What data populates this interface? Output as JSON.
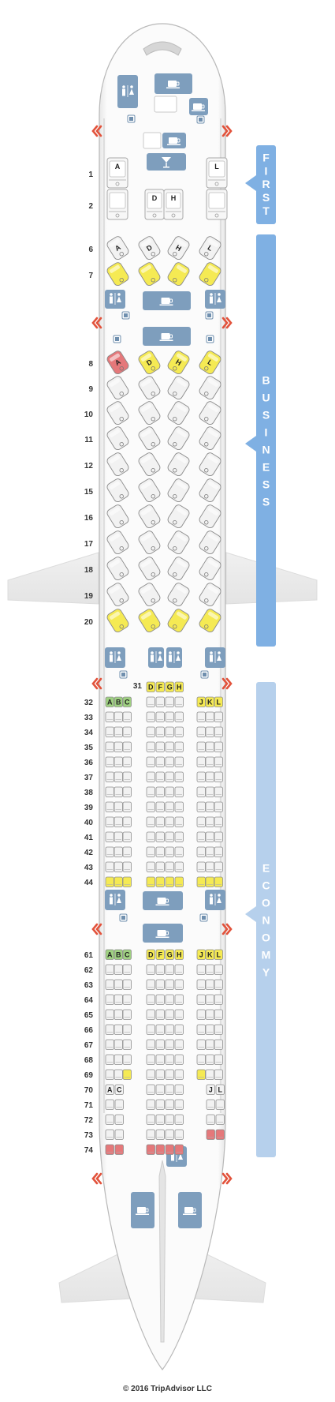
{
  "copyright": "© 2016 TripAdvisor LLC",
  "colors": {
    "first_tab": "#7fb0e3",
    "business_tab": "#7fb0e3",
    "economy_tab": "#b6d0ec",
    "facility": "#7e9ebd",
    "exit_arrow": "#e2533c",
    "seat_standard": "#f2f2f2",
    "seat_extra_legroom": "#f5ea53",
    "seat_preferred": "#9fd181",
    "seat_bad": "#e5787a"
  },
  "legend_icons": {
    "lavatory": "lavatory-icon",
    "galley": "galley-icon",
    "bar": "cocktail-icon",
    "bassinet": "bassinet-icon",
    "exit": "exit-arrow-icon"
  },
  "cabins": [
    {
      "id": "first",
      "label": "FIRST"
    },
    {
      "id": "business",
      "label": "BUSINESS"
    },
    {
      "id": "economy",
      "label": "ECONOMY"
    }
  ],
  "first": {
    "rows": [
      {
        "row": "1",
        "seats": [
          {
            "letter": "A",
            "col": "left"
          },
          {
            "letter": "L",
            "col": "right"
          }
        ]
      },
      {
        "row": "2",
        "seats": [
          {
            "letter": "D",
            "col": "centerL"
          },
          {
            "letter": "H",
            "col": "centerR"
          }
        ]
      }
    ]
  },
  "business": {
    "header_letters": [
      "A",
      "D",
      "H",
      "L"
    ],
    "rows_a": [
      {
        "row": "6",
        "colors": [
          "std",
          "std",
          "std",
          "std"
        ],
        "letters": true
      },
      {
        "row": "7",
        "colors": [
          "yel",
          "yel",
          "yel",
          "yel"
        ],
        "letters": false
      }
    ],
    "rows_b": [
      {
        "row": "8",
        "colors": [
          "red",
          "yel",
          "yel",
          "yel"
        ],
        "letters": true
      },
      {
        "row": "9",
        "colors": [
          "std",
          "std",
          "std",
          "std"
        ],
        "letters": false
      },
      {
        "row": "10",
        "colors": [
          "std",
          "std",
          "std",
          "std"
        ],
        "letters": false
      },
      {
        "row": "11",
        "colors": [
          "std",
          "std",
          "std",
          "std"
        ],
        "letters": false
      },
      {
        "row": "12",
        "colors": [
          "std",
          "std",
          "std",
          "std"
        ],
        "letters": false
      },
      {
        "row": "15",
        "colors": [
          "std",
          "std",
          "std",
          "std"
        ],
        "letters": false
      },
      {
        "row": "16",
        "colors": [
          "std",
          "std",
          "std",
          "std"
        ],
        "letters": false
      },
      {
        "row": "17",
        "colors": [
          "std",
          "std",
          "std",
          "std"
        ],
        "letters": false
      },
      {
        "row": "18",
        "colors": [
          "std",
          "std",
          "std",
          "std"
        ],
        "letters": false
      },
      {
        "row": "19",
        "colors": [
          "std",
          "std",
          "std",
          "std"
        ],
        "letters": false
      },
      {
        "row": "20",
        "colors": [
          "yel",
          "yel",
          "yel",
          "yel"
        ],
        "letters": false
      }
    ]
  },
  "economy": {
    "section1": [
      {
        "row": "31",
        "left": [],
        "center": [
          "D",
          "F",
          "G",
          "H"
        ],
        "right": [],
        "lc": "",
        "cc": "yel",
        "rc": ""
      },
      {
        "row": "32",
        "left": [
          "A",
          "B",
          "C"
        ],
        "center": [
          "",
          "",
          "",
          ""
        ],
        "right": [
          "J",
          "K",
          "L"
        ],
        "lc": "grn",
        "cc": "std",
        "rc": "yel"
      },
      {
        "row": "33",
        "left": [
          "",
          "",
          ""
        ],
        "center": [
          "",
          "",
          "",
          ""
        ],
        "right": [
          "",
          "",
          ""
        ],
        "lc": "std",
        "cc": "std",
        "rc": "std"
      },
      {
        "row": "34",
        "left": [
          "",
          "",
          ""
        ],
        "center": [
          "",
          "",
          "",
          ""
        ],
        "right": [
          "",
          "",
          ""
        ],
        "lc": "std",
        "cc": "std",
        "rc": "std"
      },
      {
        "row": "35",
        "left": [
          "",
          "",
          ""
        ],
        "center": [
          "",
          "",
          "",
          ""
        ],
        "right": [
          "",
          "",
          ""
        ],
        "lc": "std",
        "cc": "std",
        "rc": "std"
      },
      {
        "row": "36",
        "left": [
          "",
          "",
          ""
        ],
        "center": [
          "",
          "",
          "",
          ""
        ],
        "right": [
          "",
          "",
          ""
        ],
        "lc": "std",
        "cc": "std",
        "rc": "std"
      },
      {
        "row": "37",
        "left": [
          "",
          "",
          ""
        ],
        "center": [
          "",
          "",
          "",
          ""
        ],
        "right": [
          "",
          "",
          ""
        ],
        "lc": "std",
        "cc": "std",
        "rc": "std"
      },
      {
        "row": "38",
        "left": [
          "",
          "",
          ""
        ],
        "center": [
          "",
          "",
          "",
          ""
        ],
        "right": [
          "",
          "",
          ""
        ],
        "lc": "std",
        "cc": "std",
        "rc": "std"
      },
      {
        "row": "39",
        "left": [
          "",
          "",
          ""
        ],
        "center": [
          "",
          "",
          "",
          ""
        ],
        "right": [
          "",
          "",
          ""
        ],
        "lc": "std",
        "cc": "std",
        "rc": "std"
      },
      {
        "row": "40",
        "left": [
          "",
          "",
          ""
        ],
        "center": [
          "",
          "",
          "",
          ""
        ],
        "right": [
          "",
          "",
          ""
        ],
        "lc": "std",
        "cc": "std",
        "rc": "std"
      },
      {
        "row": "41",
        "left": [
          "",
          "",
          ""
        ],
        "center": [
          "",
          "",
          "",
          ""
        ],
        "right": [
          "",
          "",
          ""
        ],
        "lc": "std",
        "cc": "std",
        "rc": "std"
      },
      {
        "row": "42",
        "left": [
          "",
          "",
          ""
        ],
        "center": [
          "",
          "",
          "",
          ""
        ],
        "right": [
          "",
          "",
          ""
        ],
        "lc": "std",
        "cc": "std",
        "rc": "std"
      },
      {
        "row": "43",
        "left": [
          "",
          "",
          ""
        ],
        "center": [
          "",
          "",
          "",
          ""
        ],
        "right": [
          "",
          "",
          ""
        ],
        "lc": "std",
        "cc": "std",
        "rc": "std"
      },
      {
        "row": "44",
        "left": [
          "",
          "",
          ""
        ],
        "center": [
          "",
          "",
          "",
          ""
        ],
        "right": [
          "",
          "",
          ""
        ],
        "lc": "yel",
        "cc": "yel",
        "rc": "yel"
      }
    ],
    "section2": [
      {
        "row": "61",
        "left": [
          "A",
          "B",
          "C"
        ],
        "center": [
          "D",
          "F",
          "G",
          "H"
        ],
        "right": [
          "J",
          "K",
          "L"
        ],
        "lc": "grn",
        "cc": "yel",
        "rc": "yel"
      },
      {
        "row": "62",
        "left": [
          "",
          "",
          ""
        ],
        "center": [
          "",
          "",
          "",
          ""
        ],
        "right": [
          "",
          "",
          ""
        ],
        "lc": "std",
        "cc": "std",
        "rc": "std"
      },
      {
        "row": "63",
        "left": [
          "",
          "",
          ""
        ],
        "center": [
          "",
          "",
          "",
          ""
        ],
        "right": [
          "",
          "",
          ""
        ],
        "lc": "std",
        "cc": "std",
        "rc": "std"
      },
      {
        "row": "64",
        "left": [
          "",
          "",
          ""
        ],
        "center": [
          "",
          "",
          "",
          ""
        ],
        "right": [
          "",
          "",
          ""
        ],
        "lc": "std",
        "cc": "std",
        "rc": "std"
      },
      {
        "row": "65",
        "left": [
          "",
          "",
          ""
        ],
        "center": [
          "",
          "",
          "",
          ""
        ],
        "right": [
          "",
          "",
          ""
        ],
        "lc": "std",
        "cc": "std",
        "rc": "std"
      },
      {
        "row": "66",
        "left": [
          "",
          "",
          ""
        ],
        "center": [
          "",
          "",
          "",
          ""
        ],
        "right": [
          "",
          "",
          ""
        ],
        "lc": "std",
        "cc": "std",
        "rc": "std"
      },
      {
        "row": "67",
        "left": [
          "",
          "",
          ""
        ],
        "center": [
          "",
          "",
          "",
          ""
        ],
        "right": [
          "",
          "",
          ""
        ],
        "lc": "std",
        "cc": "std",
        "rc": "std"
      },
      {
        "row": "68",
        "left": [
          "",
          "",
          ""
        ],
        "center": [
          "",
          "",
          "",
          ""
        ],
        "right": [
          "",
          "",
          ""
        ],
        "lc": "std",
        "cc": "std",
        "rc": "std"
      },
      {
        "row": "69",
        "left": [
          "",
          "",
          ""
        ],
        "center": [
          "",
          "",
          "",
          ""
        ],
        "right": [
          "",
          "",
          ""
        ],
        "lc": "std",
        "cc": "std",
        "rc": "std",
        "special": "row69"
      },
      {
        "row": "70",
        "left": [
          "A",
          "C"
        ],
        "center": [
          "",
          "",
          "",
          ""
        ],
        "right": [
          "J",
          "L"
        ],
        "lc": "std",
        "cc": "std",
        "rc": "std",
        "pair": true
      },
      {
        "row": "71",
        "left": [
          "",
          ""
        ],
        "center": [
          "",
          "",
          "",
          ""
        ],
        "right": [
          "",
          ""
        ],
        "lc": "std",
        "cc": "std",
        "rc": "std",
        "pair": true
      },
      {
        "row": "72",
        "left": [
          "",
          ""
        ],
        "center": [
          "",
          "",
          "",
          ""
        ],
        "right": [
          "",
          ""
        ],
        "lc": "std",
        "cc": "std",
        "rc": "std",
        "pair": true
      },
      {
        "row": "73",
        "left": [
          "",
          ""
        ],
        "center": [
          "",
          "",
          "",
          ""
        ],
        "right": [
          "",
          ""
        ],
        "lc": "std",
        "cc": "std",
        "rc": "red",
        "pair": true
      },
      {
        "row": "74",
        "left": [
          "",
          ""
        ],
        "center": [
          "",
          "",
          "",
          ""
        ],
        "right": [],
        "lc": "red",
        "cc": "red",
        "rc": "",
        "pair": true
      }
    ]
  }
}
